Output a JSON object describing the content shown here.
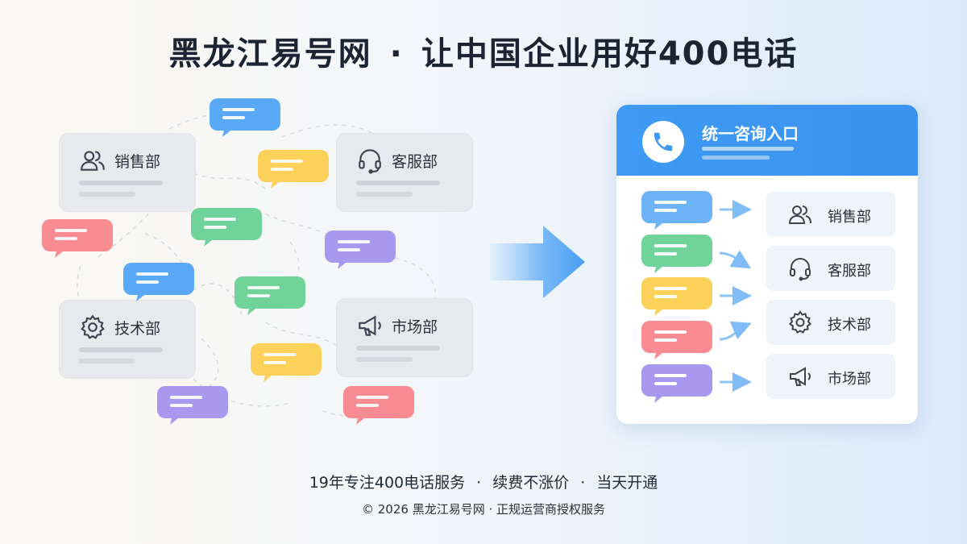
{
  "title": {
    "brand": "黑龙江易号网",
    "separator": "·",
    "slogan": "让中国企业用好400电话"
  },
  "scattered_departments": [
    {
      "label": "销售部",
      "icon": "users-icon"
    },
    {
      "label": "客服部",
      "icon": "headset-icon"
    },
    {
      "label": "技术部",
      "icon": "gear-icon"
    },
    {
      "label": "市场部",
      "icon": "megaphone-icon"
    }
  ],
  "panel": {
    "title": "统一咨询入口",
    "icon": "phone-icon",
    "routes": [
      {
        "label": "销售部",
        "icon": "users-icon",
        "bubble_color": "#6db3f8"
      },
      {
        "label": "客服部",
        "icon": "headset-icon",
        "bubble_color": "#6fd39a"
      },
      {
        "label": "技术部",
        "icon": "gear-icon",
        "bubble_color": "#fcd15a"
      },
      {
        "label": "市场部",
        "icon": "megaphone-icon",
        "bubble_color": "#f98b92"
      }
    ],
    "extra_bubble_color": "#a898f0"
  },
  "colors": {
    "blue": "#5aa9f7",
    "green": "#6fd39a",
    "yellow": "#fcd15a",
    "red": "#f98b92",
    "purple": "#a898f0",
    "accent": "#3e9af4"
  },
  "footer": {
    "features": [
      "19年专注400电话服务",
      "续费不涨价",
      "当天开通"
    ],
    "separator": "·",
    "copyright": "© 2026 黑龙江易号网 · 正规运营商授权服务"
  }
}
